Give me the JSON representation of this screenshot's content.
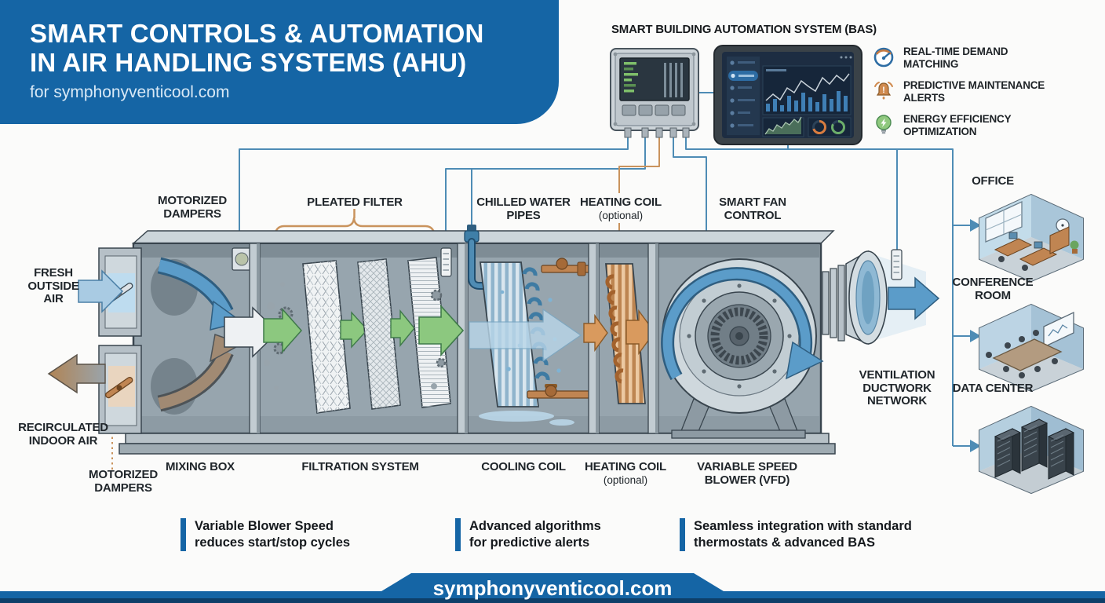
{
  "header": {
    "title_line1": "SMART CONTROLS & AUTOMATION",
    "title_line2": "IN AIR HANDLING SYSTEMS (AHU)",
    "subtitle": "for symphonyventicool.com"
  },
  "bas": {
    "title": "SMART BUILDING AUTOMATION SYSTEM (BAS)",
    "features": [
      {
        "icon": "gauge-icon",
        "label": "REAL-TIME DEMAND MATCHING"
      },
      {
        "icon": "alert-bell-icon",
        "label": "PREDICTIVE MAINTENANCE ALERTS"
      },
      {
        "icon": "energy-bulb-icon",
        "label": "ENERGY EFFICIENCY OPTIMIZATION"
      }
    ]
  },
  "component_labels": {
    "motorized_dampers_top": "MOTORIZED DAMPERS",
    "pleated_filter": "PLEATED FILTER",
    "chilled_water_pipes": "CHILLED WATER PIPES",
    "heating_coil_top": "HEATING COIL",
    "heating_coil_top_note": "(optional)",
    "smart_fan_control": "SMART FAN CONTROL",
    "fresh_outside_air": "FRESH OUTSIDE AIR",
    "recirculated_indoor_air": "RECIRCULATED INDOOR AIR",
    "motorized_dampers_bottom": "MOTORIZED DAMPERS",
    "mixing_box": "MIXING BOX",
    "filtration_system": "FILTRATION SYSTEM",
    "cooling_coil": "COOLING COIL",
    "heating_coil_bottom": "HEATING COIL",
    "heating_coil_bottom_note": "(optional)",
    "variable_speed_blower": "VARIABLE SPEED BLOWER (VFD)",
    "ventilation_ductwork": "VENTILATION DUCTWORK NETWORK"
  },
  "rooms": [
    {
      "label": "OFFICE"
    },
    {
      "label": "CONFERENCE ROOM"
    },
    {
      "label": "DATA CENTER"
    }
  ],
  "benefits": [
    {
      "line1": "Variable Blower Speed",
      "line2": "reduces start/stop cycles"
    },
    {
      "line1": "Advanced algorithms",
      "line2": "for predictive alerts"
    },
    {
      "line1": "Seamless integration with standard",
      "line2": "thermostats & advanced BAS"
    }
  ],
  "footer": {
    "website": "symphonyventicool.com"
  },
  "colors": {
    "primary_blue": "#1565a5",
    "wire_blue": "#4e8cb5",
    "accent_orange": "#c9935d",
    "arrow_green": "#7cbf6e",
    "footer_dark_blue": "#0e3f69"
  }
}
